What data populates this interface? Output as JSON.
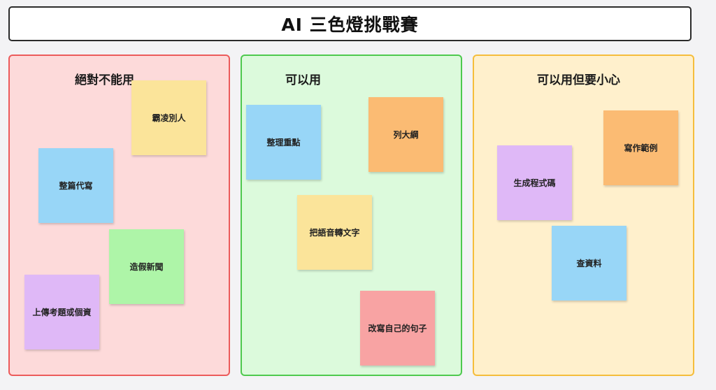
{
  "title": "AI 三色燈挑戰賽",
  "columns": [
    {
      "label": "絕對不能用",
      "notes": [
        "霸凌別人",
        "整篇代寫",
        "造假新聞",
        "上傳考題或個資"
      ]
    },
    {
      "label": "可以用",
      "notes": [
        "整理重點",
        "列大綱",
        "把語音轉文字",
        "改寫自己的句子"
      ]
    },
    {
      "label": "可以用但要小心",
      "notes": [
        "寫作範例",
        "生成程式碼",
        "查資料"
      ]
    }
  ],
  "colors": {
    "red_zone": "#fddada",
    "green_zone": "#dcfadc",
    "yellow_zone": "#fff0cc",
    "note_yellow": "#fbe49a",
    "note_blue": "#98d6f7",
    "note_green": "#aef5a8",
    "note_purple": "#dfb8f7",
    "note_orange": "#fbbb73",
    "note_red": "#f8a3a3"
  }
}
